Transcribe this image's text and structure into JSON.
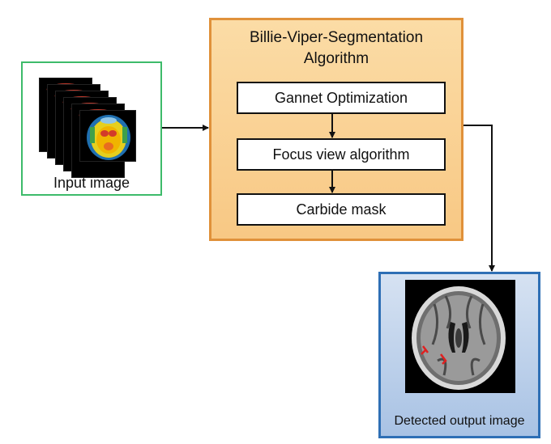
{
  "input": {
    "label": "Input image"
  },
  "algorithm": {
    "title_line1": "Billie-Viper-Segmentation",
    "title_line2": "Algorithm",
    "steps": [
      "Gannet Optimization",
      "Focus view algorithm",
      "Carbide mask"
    ]
  },
  "output": {
    "label": "Detected output image"
  },
  "colors": {
    "input_border": "#3dbb6a",
    "algorithm_border": "#e0913a",
    "algorithm_fill": "#f8c884",
    "output_border": "#2e6fb5",
    "output_fill": "#a8c2e4",
    "lesion_marker": "#e02020"
  }
}
